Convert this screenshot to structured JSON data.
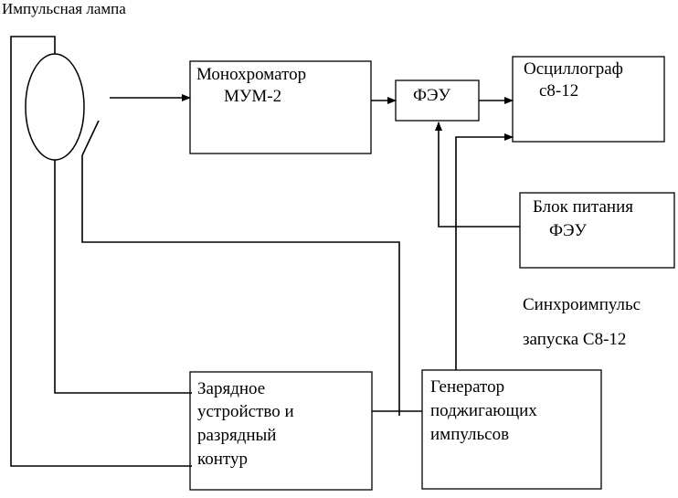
{
  "diagram": {
    "lamp_caption": "Импульсная лампа",
    "blocks": {
      "monochromator": {
        "line1": "Монохроматор",
        "line2": "МУМ-2"
      },
      "pmt": {
        "label": "ФЭУ"
      },
      "oscilloscope": {
        "line1": "Осциллограф",
        "line2": "с8-12"
      },
      "pmt_power": {
        "line1": "Блок питания",
        "line2": "ФЭУ"
      },
      "charger": {
        "line1": "Зарядное",
        "line2": "устройство и",
        "line3": "разрядный",
        "line4": "контур"
      },
      "generator": {
        "line1": "Генератор",
        "line2": "поджигающих",
        "line3": "импульсов"
      }
    },
    "sync_label": {
      "line1": "Синхроимпульс",
      "line2": "запуска С8-12"
    }
  }
}
